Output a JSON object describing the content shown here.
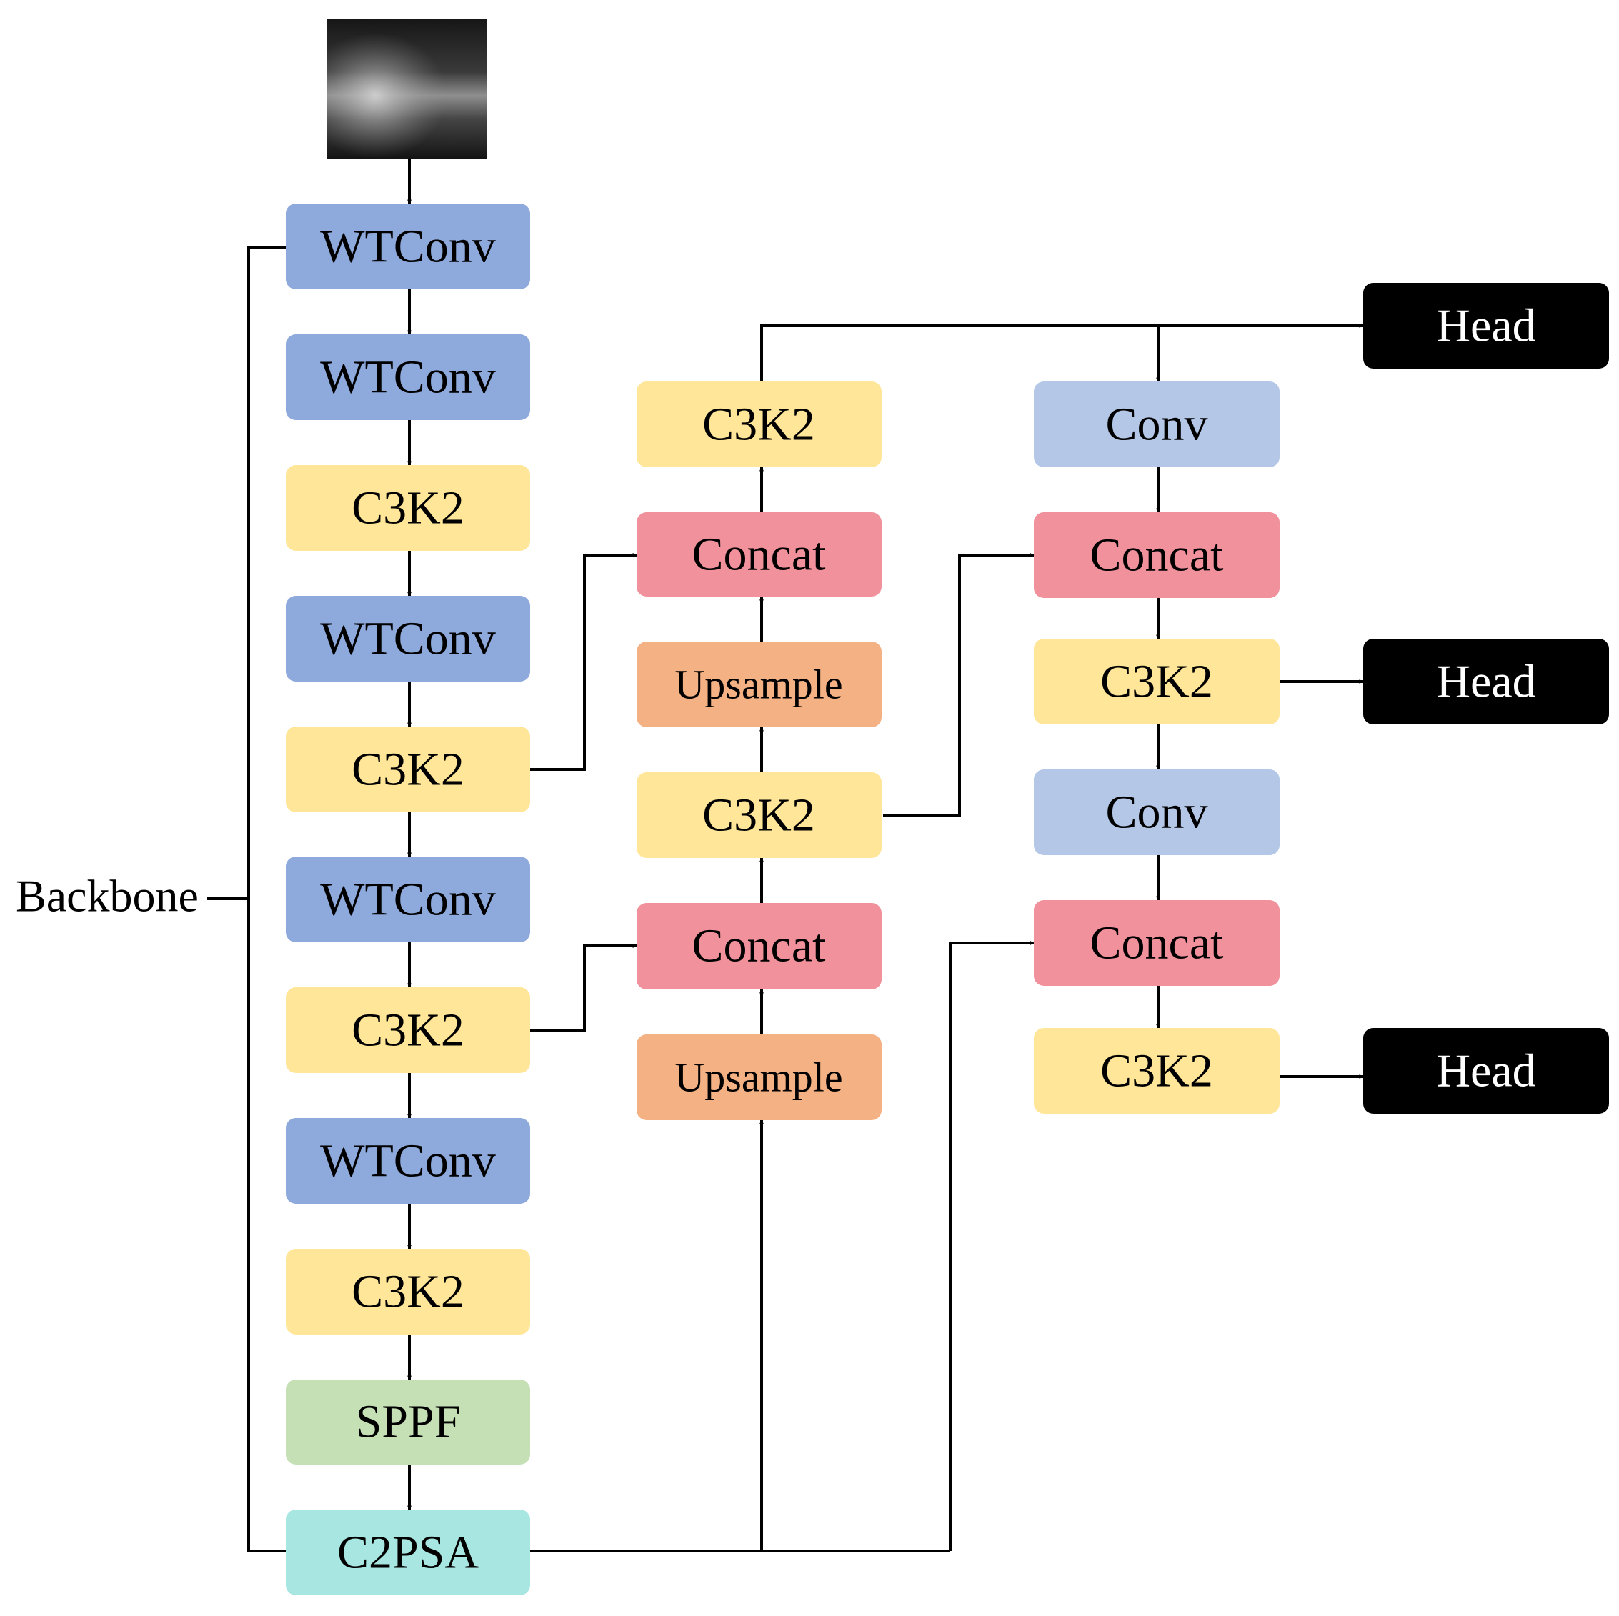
{
  "backbone_label": "Backbone",
  "colors": {
    "wtconv": "#8EA9DB",
    "c3k2": "#FFE699",
    "sppf": "#C5E0B4",
    "c2psa": "#A8E6E1",
    "concat": "#F0919B",
    "upsample": "#F4B183",
    "conv": "#B4C7E7",
    "head": "#000000",
    "input_image": "#1e1e1e"
  },
  "nodes": {
    "backbone_wtconv_1": "WTConv",
    "backbone_wtconv_2": "WTConv",
    "backbone_c3k2_1": "C3K2",
    "backbone_wtconv_3": "WTConv",
    "backbone_c3k2_2": "C3K2",
    "backbone_wtconv_4": "WTConv",
    "backbone_c3k2_3": "C3K2",
    "backbone_wtconv_5": "WTConv",
    "backbone_c3k2_4": "C3K2",
    "backbone_sppf": "SPPF",
    "backbone_c2psa": "C2PSA",
    "neck_c3k2_top": "C3K2",
    "neck_concat_1": "Concat",
    "neck_upsample_1": "Upsample",
    "neck_c3k2_mid": "C3K2",
    "neck_concat_2": "Concat",
    "neck_upsample_2": "Upsample",
    "pan_conv_1": "Conv",
    "pan_concat_1": "Concat",
    "pan_c3k2_1": "C3K2",
    "pan_conv_2": "Conv",
    "pan_concat_2": "Concat",
    "pan_c3k2_2": "C3K2",
    "head_1": "Head",
    "head_2": "Head",
    "head_3": "Head"
  }
}
